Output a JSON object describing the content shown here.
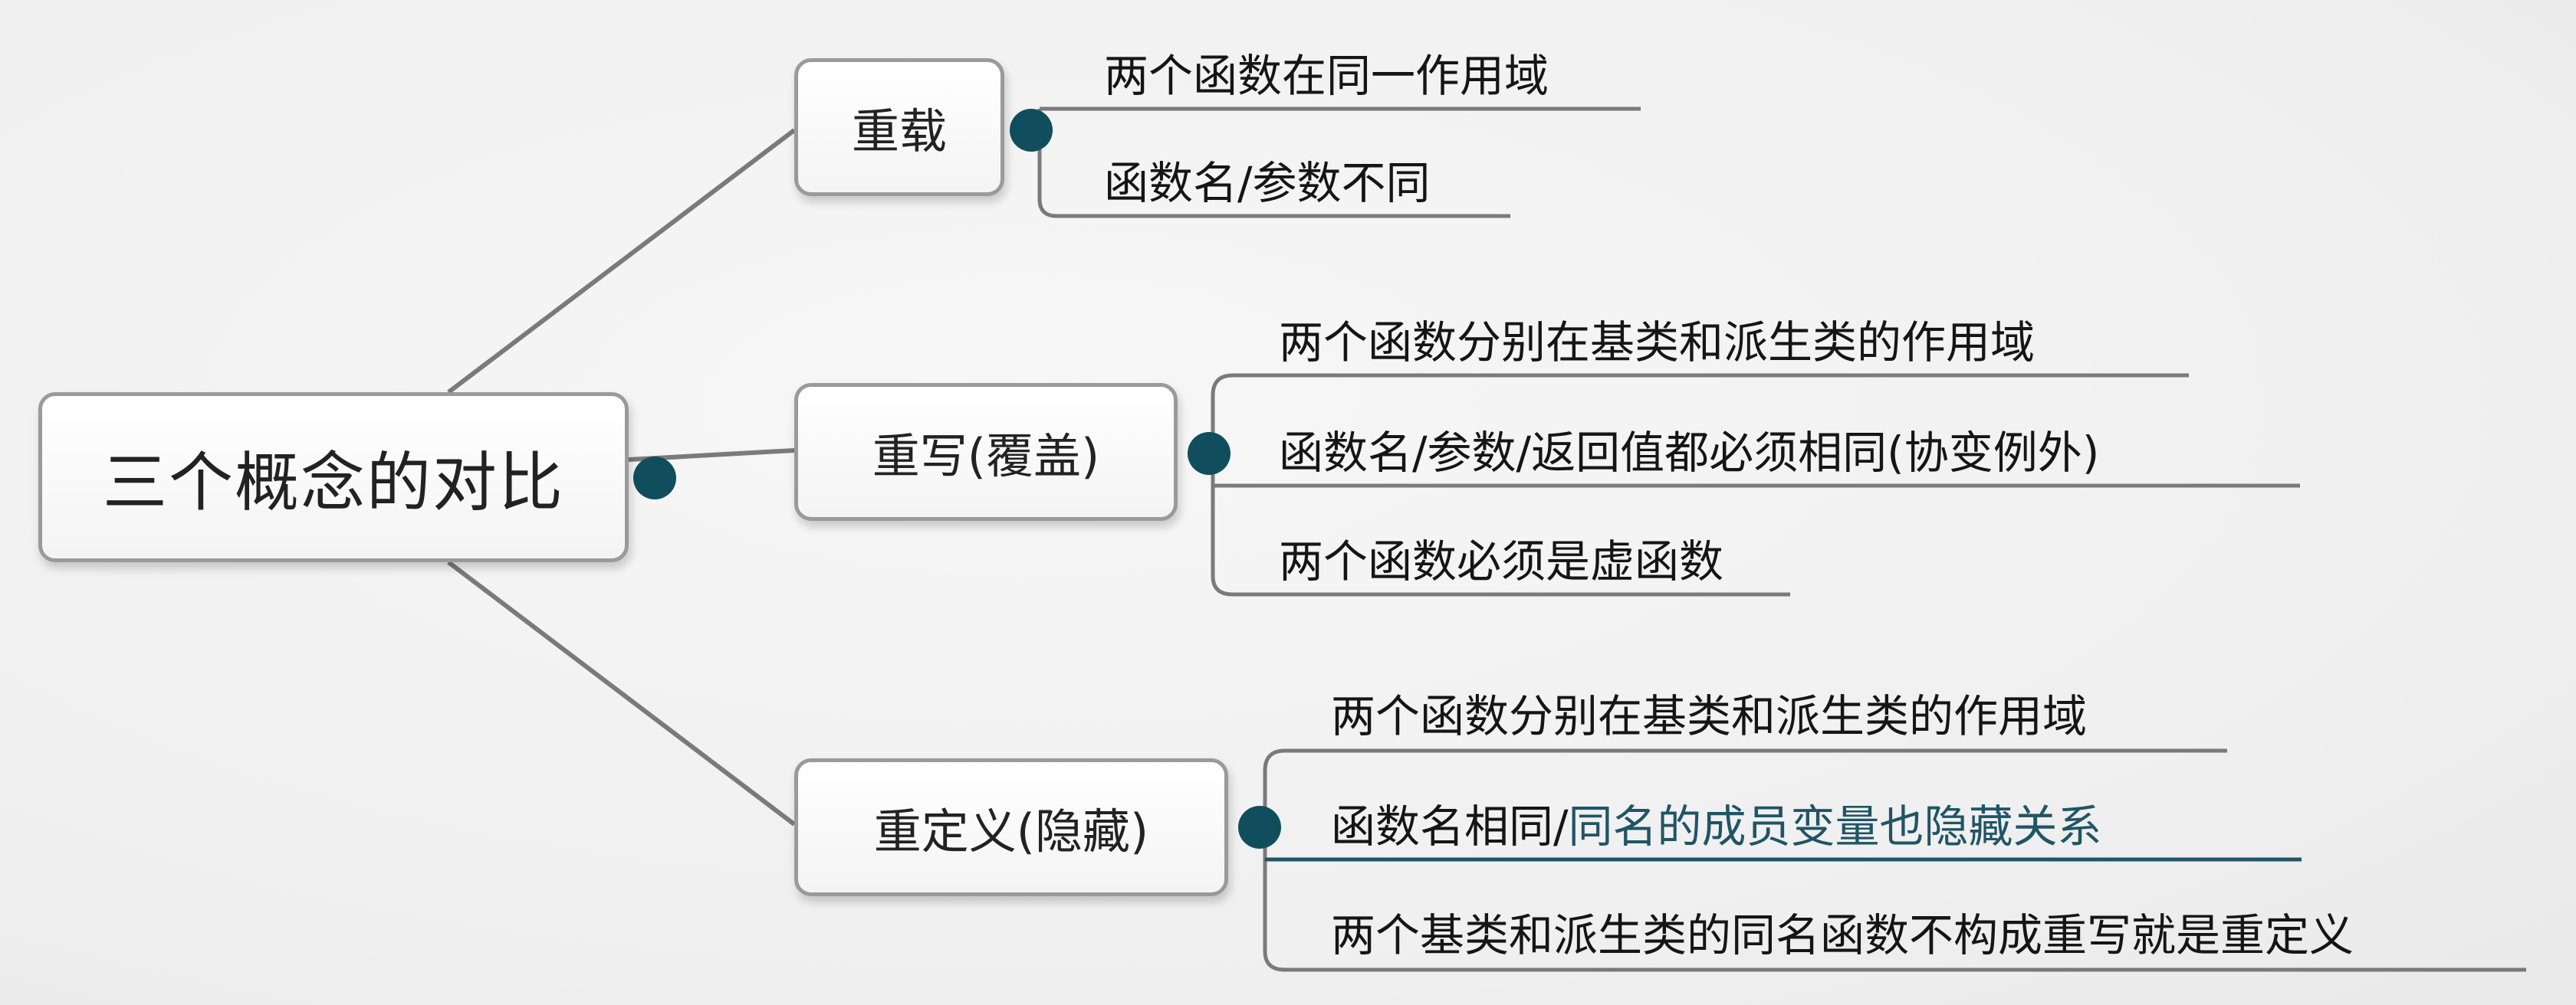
{
  "root": {
    "label": "三个概念的对比"
  },
  "branches": [
    {
      "label": "重载",
      "leaves": [
        {
          "text": "两个函数在同一作用域"
        },
        {
          "text": "函数名/参数不同"
        }
      ]
    },
    {
      "label": "重写(覆盖)",
      "leaves": [
        {
          "text": "两个函数分别在基类和派生类的作用域"
        },
        {
          "text": "函数名/参数/返回值都必须相同(协变例外)"
        },
        {
          "text": "两个函数必须是虚函数"
        }
      ]
    },
    {
      "label": "重定义(隐藏)",
      "leaves": [
        {
          "text": "两个函数分别在基类和派生类的作用域"
        },
        {
          "text": "函数名相同/",
          "accent_text": "同名的成员变量也隐藏关系"
        },
        {
          "text": "两个基类和派生类的同名函数不构成重写就是重定义"
        }
      ]
    }
  ],
  "colors": {
    "connector_dot": "#104e5e",
    "accent_underline": "#1f5566",
    "line": "#777777"
  }
}
